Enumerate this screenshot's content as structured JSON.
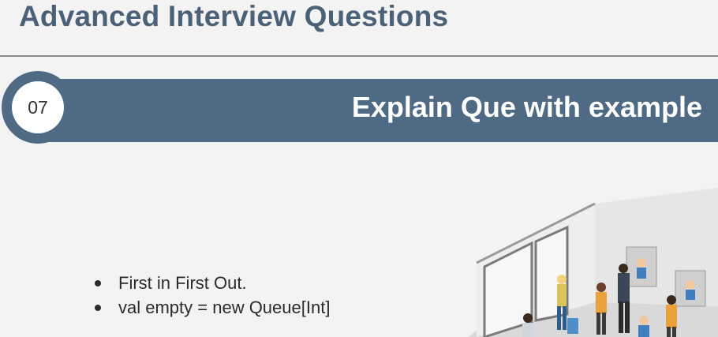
{
  "slide": {
    "title": "Advanced Interview Questions",
    "badge_number": "07",
    "heading": "Explain Que with example",
    "bullets": [
      "First in First Out.",
      "val empty = new Queue[Int]"
    ]
  },
  "illustration": {
    "icon": "queue-at-counter-illustration"
  },
  "colors": {
    "title": "#4a6178",
    "banner": "#4f6a85",
    "banner_text": "#ffffff",
    "rule": "#8b8b8b",
    "background": "#f3f3f3"
  }
}
